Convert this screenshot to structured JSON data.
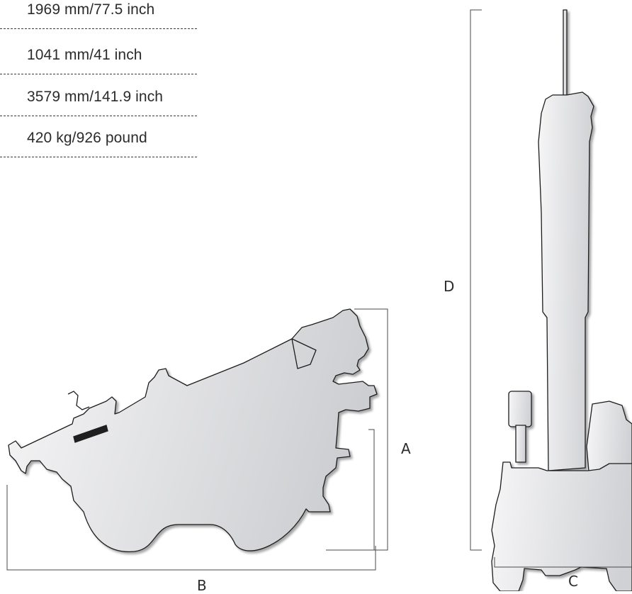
{
  "specs": [
    {
      "value": "1969 mm/77.5 inch"
    },
    {
      "value": "1041 mm/41 inch"
    },
    {
      "value": "3579 mm/141.9 inch"
    },
    {
      "value": "420 kg/926 pound"
    }
  ],
  "dimensions": {
    "a": "A",
    "b": "B",
    "c": "C",
    "d": "D"
  },
  "colors": {
    "silhouette_light": "#f4f4f5",
    "silhouette_dark": "#cdced1",
    "outline": "#1f1f1f",
    "dimension_line": "#4a4a4a"
  }
}
